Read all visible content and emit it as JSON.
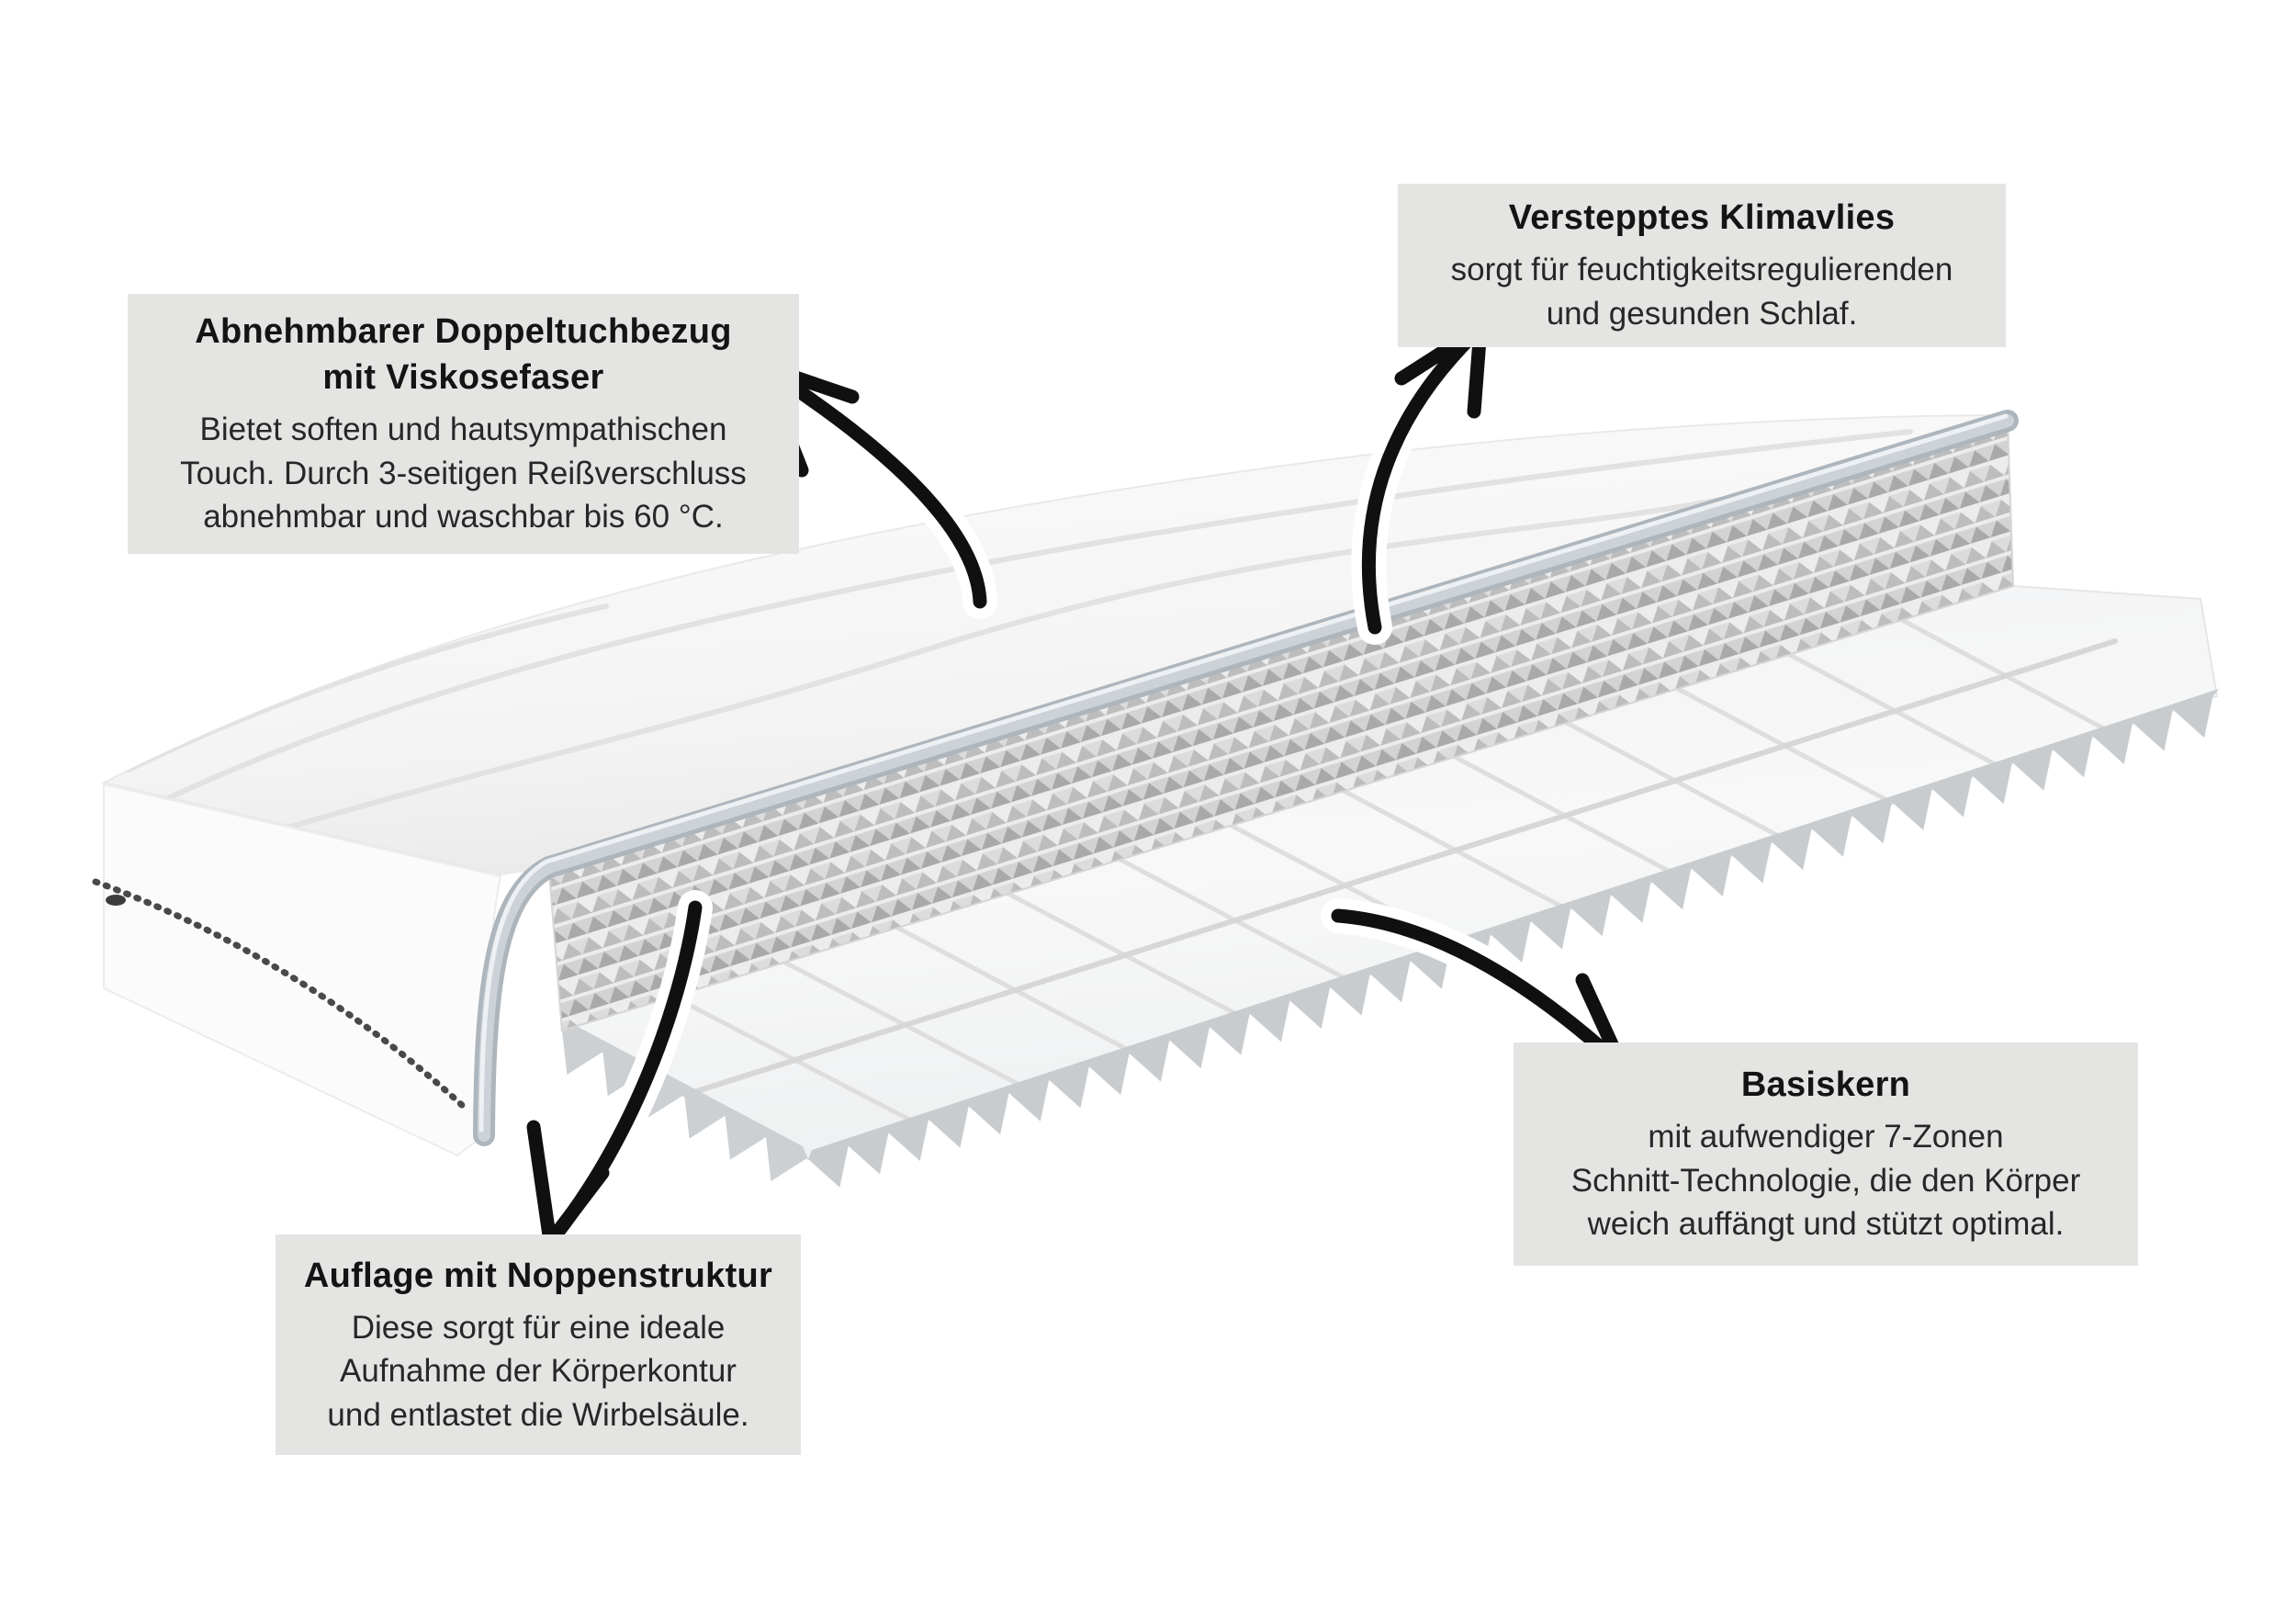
{
  "colors": {
    "background": "#ffffff",
    "callout_bg": "#e4e4e2",
    "title_text": "#141414",
    "body_text": "#272727",
    "arrow": "#101010",
    "piping_silver": "#ccd2d8",
    "foam_light": "#ececec",
    "foam_shadow": "#b5b5b5",
    "core_white": "#f7f7f7",
    "core_teeth": "#c9cccf",
    "zipper": "#494949"
  },
  "callouts": [
    {
      "id": "cover",
      "title_lines": [
        "Abnehmbarer Doppeltuchbezug",
        "mit Viskosefaser"
      ],
      "body_lines": [
        "Bietet soften und hautsympathischen",
        "Touch. Durch 3-seitigen Reißverschluss",
        "abnehmbar und waschbar bis 60 °C."
      ]
    },
    {
      "id": "klimavlies",
      "title_lines": [
        "Verstepptes Klimavlies"
      ],
      "body_lines": [
        "sorgt für feuchtigkeitsregulierenden",
        "und gesunden Schlaf."
      ]
    },
    {
      "id": "basiskern",
      "title_lines": [
        "Basiskern"
      ],
      "body_lines": [
        "mit aufwendiger 7-Zonen",
        "Schnitt-Technologie, die den Körper",
        "weich auffängt und stützt optimal."
      ]
    },
    {
      "id": "noppen",
      "title_lines": [
        "Auflage mit Noppenstruktur"
      ],
      "body_lines": [
        "Diese sorgt für eine ideale",
        "Aufnahme der Körperkontur",
        "und entlastet die Wirbelsäule."
      ]
    }
  ]
}
